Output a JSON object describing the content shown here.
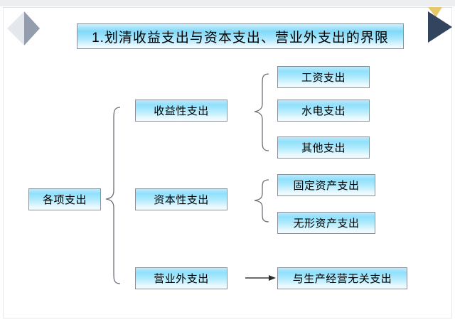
{
  "slide": {
    "title": "1.划清收益支出与资本支出、营业外支出的界限",
    "root": "各项支出",
    "colors": {
      "node_border": "#8b9099",
      "node_fill_top": "#8fe0fb",
      "node_fill_bottom": "#f4fcff",
      "connector": "#6e7178",
      "deco_left_light": "#e3e6ea",
      "deco_left_dark": "#8f9aab",
      "deco_right_navy": "#33445f",
      "deco_right_gold": "#e8c766",
      "frame_border": "#e6e8ea",
      "top_strip": "#eceef0"
    },
    "branches": [
      {
        "label": "收益性支出",
        "children": [
          "工资支出",
          "水电支出",
          "其他支出"
        ],
        "connector": "brace"
      },
      {
        "label": "资本性支出",
        "children": [
          "固定资产支出",
          "无形资产支出"
        ],
        "connector": "brace"
      },
      {
        "label": "营业外支出",
        "children": [
          "与生产经营无关支出"
        ],
        "connector": "arrow"
      }
    ],
    "decorations": [
      {
        "name": "left-arrow-deco",
        "shape": "double-triangle-right"
      },
      {
        "name": "right-arrow-deco",
        "shape": "triangle-right-with-gold-cap"
      }
    ]
  }
}
